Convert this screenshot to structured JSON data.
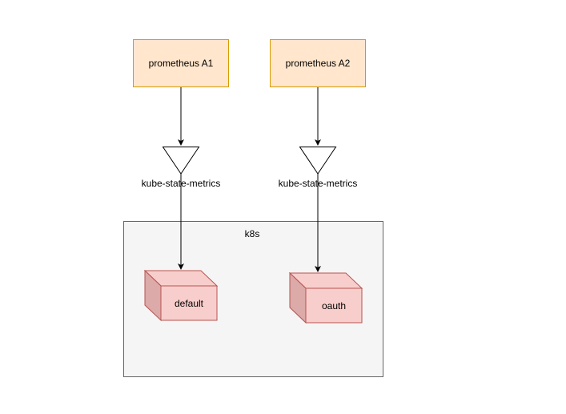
{
  "diagram": {
    "prometheus_a1": {
      "label": "prometheus A1",
      "fill": "#ffe6cc",
      "stroke": "#d79b00"
    },
    "prometheus_a2": {
      "label": "prometheus A2",
      "fill": "#ffe6cc",
      "stroke": "#d79b00"
    },
    "exporter_left": {
      "label": "kube-state-metrics"
    },
    "exporter_right": {
      "label": "kube-state-metrics"
    },
    "cluster": {
      "label": "k8s",
      "fill": "#f5f5f5",
      "stroke": "#666666"
    },
    "namespace_default": {
      "label": "default",
      "fill": "#f8cecc",
      "stroke": "#b85450"
    },
    "namespace_oauth": {
      "label": "oauth",
      "fill": "#f8cecc",
      "stroke": "#b85450"
    }
  }
}
